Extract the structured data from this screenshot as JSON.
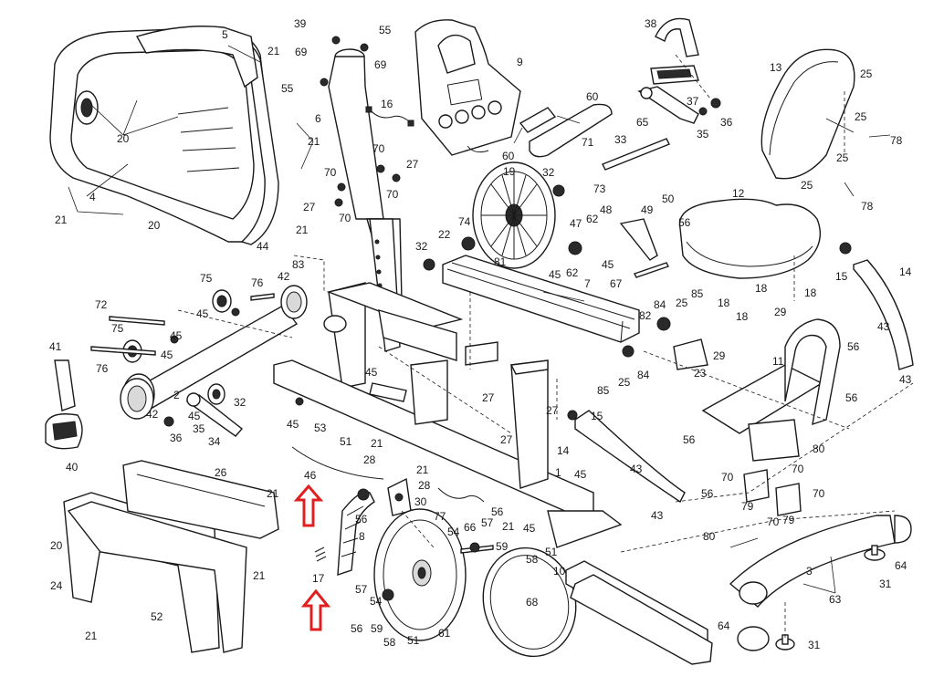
{
  "diagram": {
    "labels": {
      "p1": "1",
      "p2": "2",
      "p3": "3",
      "p4": "4",
      "p5": "5",
      "p6": "6",
      "p7": "7",
      "p8": "8",
      "p9": "9",
      "p10": "10",
      "p11": "11",
      "p12": "12",
      "p13": "13",
      "p14": "14",
      "p15": "15",
      "p16": "16",
      "p17": "17",
      "p18": "18",
      "p19": "19",
      "p20": "20",
      "p21": "21",
      "p22": "22",
      "p23": "23",
      "p24": "24",
      "p25": "25",
      "p26": "26",
      "p27": "27",
      "p28": "28",
      "p29": "29",
      "p30": "30",
      "p31": "31",
      "p32": "32",
      "p33": "33",
      "p34": "34",
      "p35": "35",
      "p36": "36",
      "p37": "37",
      "p38": "38",
      "p39": "39",
      "p40": "40",
      "p41": "41",
      "p42": "42",
      "p43": "43",
      "p44": "44",
      "p45": "45",
      "p46": "46",
      "p47": "47",
      "p48": "48",
      "p49": "49",
      "p50": "50",
      "p51": "51",
      "p52": "52",
      "p53": "53",
      "p54": "54",
      "p55": "55",
      "p56": "56",
      "p57": "57",
      "p58": "58",
      "p59": "59",
      "p60": "60",
      "p61": "61",
      "p62": "62",
      "p63": "63",
      "p64": "64",
      "p65": "65",
      "p66": "66",
      "p67": "67",
      "p68": "68",
      "p69": "69",
      "p70": "70",
      "p71": "71",
      "p72": "72",
      "p73": "73",
      "p74": "74",
      "p75": "75",
      "p76": "76",
      "p77": "77",
      "p78": "78",
      "p79": "79",
      "p80": "80",
      "p81": "81",
      "p82": "82",
      "p83": "83",
      "p84": "84",
      "p85": "85"
    },
    "colors": {
      "line": "#1a1a1a",
      "highlight_arrow": "#e02020",
      "background": "#ffffff"
    }
  }
}
